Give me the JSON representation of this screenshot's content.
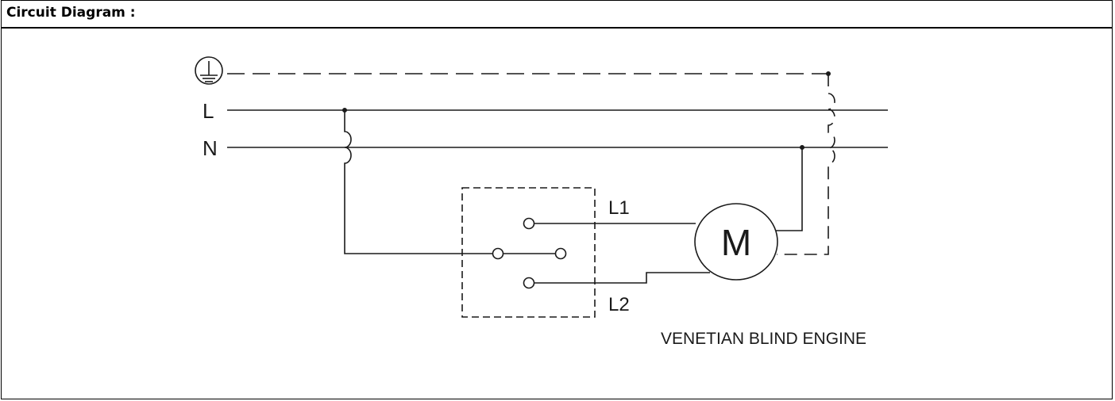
{
  "header": {
    "title": "Circuit Diagram :"
  },
  "diagram": {
    "labels": {
      "line": "L",
      "neutral": "N",
      "output1": "L1",
      "output2": "L2",
      "motor": "M",
      "caption": "VENETIAN BLIND ENGINE"
    }
  }
}
